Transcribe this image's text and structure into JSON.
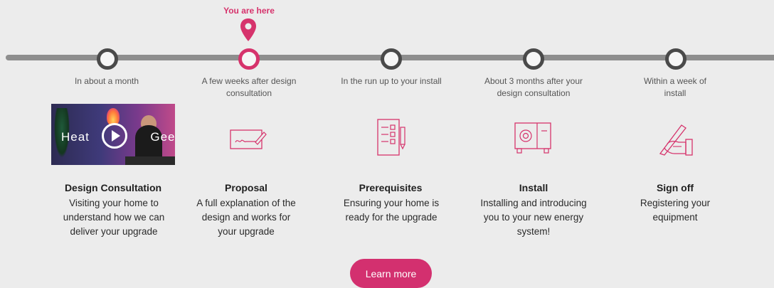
{
  "marker": {
    "label": "You are here"
  },
  "steps": [
    {
      "timing": "In about a month",
      "title": "Design Consultation",
      "description": "Visiting your home to understand  how we can deliver your upgrade",
      "icon": "video-thumbnail"
    },
    {
      "timing": "A few weeks after design consultation",
      "title": "Proposal",
      "description": "A full explanation of the design and works for your upgrade",
      "icon": "signature-icon"
    },
    {
      "timing": "In the run up to your install",
      "title": "Prerequisites",
      "description": "Ensuring your home is ready for the upgrade",
      "icon": "checklist-icon"
    },
    {
      "timing": "About 3 months after your design consultation",
      "title": "Install",
      "description": "Installing and introducing you to your new energy system!",
      "icon": "heat-pump-icon"
    },
    {
      "timing": "Within a week of install",
      "title": "Sign off",
      "description": "Registering your equipment",
      "icon": "hand-writing-icon"
    }
  ],
  "video": {
    "brand_left": "Heat",
    "brand_right": "Geek"
  },
  "cta": {
    "label": "Learn more"
  },
  "colors": {
    "accent": "#d6336c",
    "track": "#8e8e8e",
    "node": "#4a4a4a",
    "background": "#ececec"
  }
}
